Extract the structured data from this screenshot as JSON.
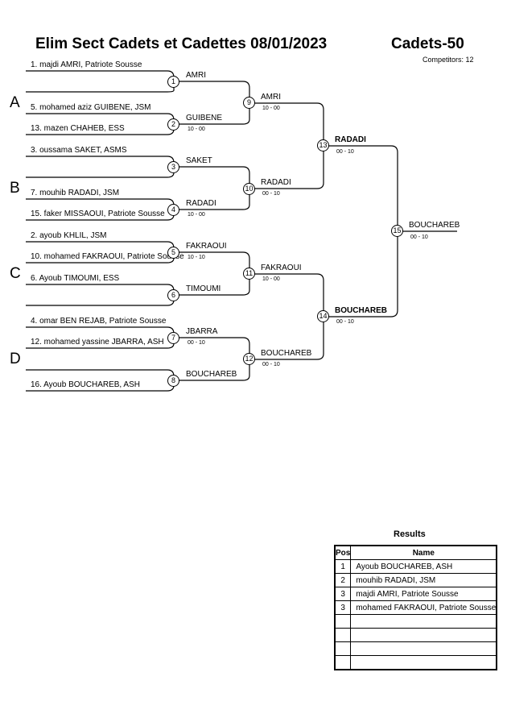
{
  "header": {
    "title": "Elim Sect Cadets et Cadettes  08/01/2023",
    "category": "Cadets-50",
    "competitors": "Competitors: 12"
  },
  "pools": [
    "A",
    "B",
    "C",
    "D"
  ],
  "competitors": [
    "1. majdi AMRI, Patriote Sousse",
    "5. mohamed aziz GUIBENE, JSM",
    "13. mazen CHAHEB, ESS",
    "3. oussama SAKET, ASMS",
    "7. mouhib RADADI, JSM",
    "15. faker MISSAOUI, Patriote Sousse",
    "2. ayoub KHLIL, JSM",
    "10. mohamed FAKRAOUI, Patriote Sousse",
    "6. Ayoub TIMOUMI, ESS",
    "4. omar BEN REJAB, Patriote Sousse",
    "12. mohamed yassine JBARRA, ASH",
    "16. Ayoub BOUCHAREB, ASH"
  ],
  "matches": [
    {
      "num": "1",
      "winner": "AMRI",
      "score": ""
    },
    {
      "num": "2",
      "winner": "GUIBENE",
      "score": "10 - 00"
    },
    {
      "num": "3",
      "winner": "SAKET",
      "score": ""
    },
    {
      "num": "4",
      "winner": "RADADI",
      "score": "10 - 00"
    },
    {
      "num": "5",
      "winner": "FAKRAOUI",
      "score": "10 - 10"
    },
    {
      "num": "6",
      "winner": "TIMOUMI",
      "score": ""
    },
    {
      "num": "7",
      "winner": "JBARRA",
      "score": "00 - 10"
    },
    {
      "num": "8",
      "winner": "BOUCHAREB",
      "score": ""
    },
    {
      "num": "9",
      "winner": "AMRI",
      "score": "10 - 00"
    },
    {
      "num": "10",
      "winner": "RADADI",
      "score": "00 - 10"
    },
    {
      "num": "11",
      "winner": "FAKRAOUI",
      "score": "10 - 00"
    },
    {
      "num": "12",
      "winner": "BOUCHAREB",
      "score": "00 - 10"
    },
    {
      "num": "13",
      "winner": "RADADI",
      "score": "00 - 10"
    },
    {
      "num": "14",
      "winner": "BOUCHAREB",
      "score": "00 - 10"
    },
    {
      "num": "15",
      "winner": "BOUCHAREB",
      "score": "00 - 10"
    }
  ],
  "results": {
    "title": "Results",
    "col_pos": "Pos",
    "col_name": "Name",
    "rows": [
      {
        "pos": "1",
        "name": "Ayoub BOUCHAREB, ASH"
      },
      {
        "pos": "2",
        "name": "mouhib RADADI, JSM"
      },
      {
        "pos": "3",
        "name": "majdi AMRI, Patriote Sousse"
      },
      {
        "pos": "3",
        "name": "mohamed FAKRAOUI, Patriote Sousse"
      },
      {
        "pos": "",
        "name": ""
      },
      {
        "pos": "",
        "name": ""
      },
      {
        "pos": "",
        "name": ""
      },
      {
        "pos": "",
        "name": ""
      }
    ]
  }
}
